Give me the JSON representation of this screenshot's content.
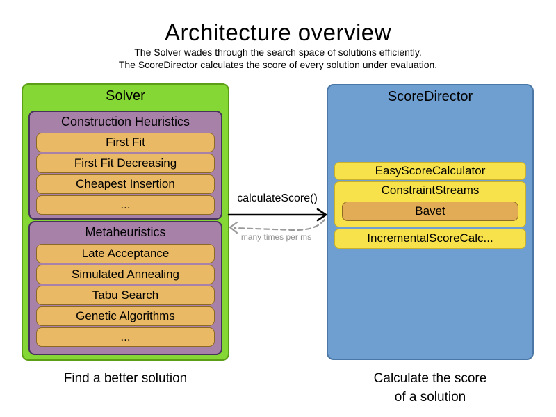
{
  "header": {
    "title": "Architecture overview",
    "subtitle1": "The Solver wades through the search space of solutions efficiently.",
    "subtitle2": "The ScoreDirector calculates the score of every solution under evaluation."
  },
  "solver": {
    "title": "Solver",
    "caption": "Find a better solution",
    "construction_heuristics": {
      "title": "Construction Heuristics",
      "items": [
        "First Fit",
        "First Fit Decreasing",
        "Cheapest Insertion",
        "..."
      ]
    },
    "metaheuristics": {
      "title": "Metaheuristics",
      "items": [
        "Late Acceptance",
        "Simulated Annealing",
        "Tabu Search",
        "Genetic Algorithms",
        "..."
      ]
    }
  },
  "score_director": {
    "title": "ScoreDirector",
    "caption_line1": "Calculate the score",
    "caption_line2": "of a solution",
    "items": {
      "easy": "EasyScoreCalculator",
      "constraint_streams": "ConstraintStreams",
      "bavet": "Bavet",
      "incremental": "IncrementalScoreCalc..."
    }
  },
  "arrow": {
    "label": "calculateScore()",
    "sublabel": "many times per ms"
  },
  "colors": {
    "solver_fill": "#85d735",
    "solver_border": "#5d9e17",
    "heuristic_group_fill": "#a881a9",
    "heuristic_group_border": "#46325a",
    "heuristic_item_fill": "#e9b965",
    "heuristic_item_border": "#8c6a23",
    "score_director_fill": "#6f9fd0",
    "score_director_border": "#4a77a5",
    "calculator_fill": "#f7e24b",
    "calculator_border": "#c9b02c",
    "bavet_fill": "#e2ab55",
    "arrow_solid": "#000000",
    "arrow_dashed": "#8f8f8f"
  }
}
